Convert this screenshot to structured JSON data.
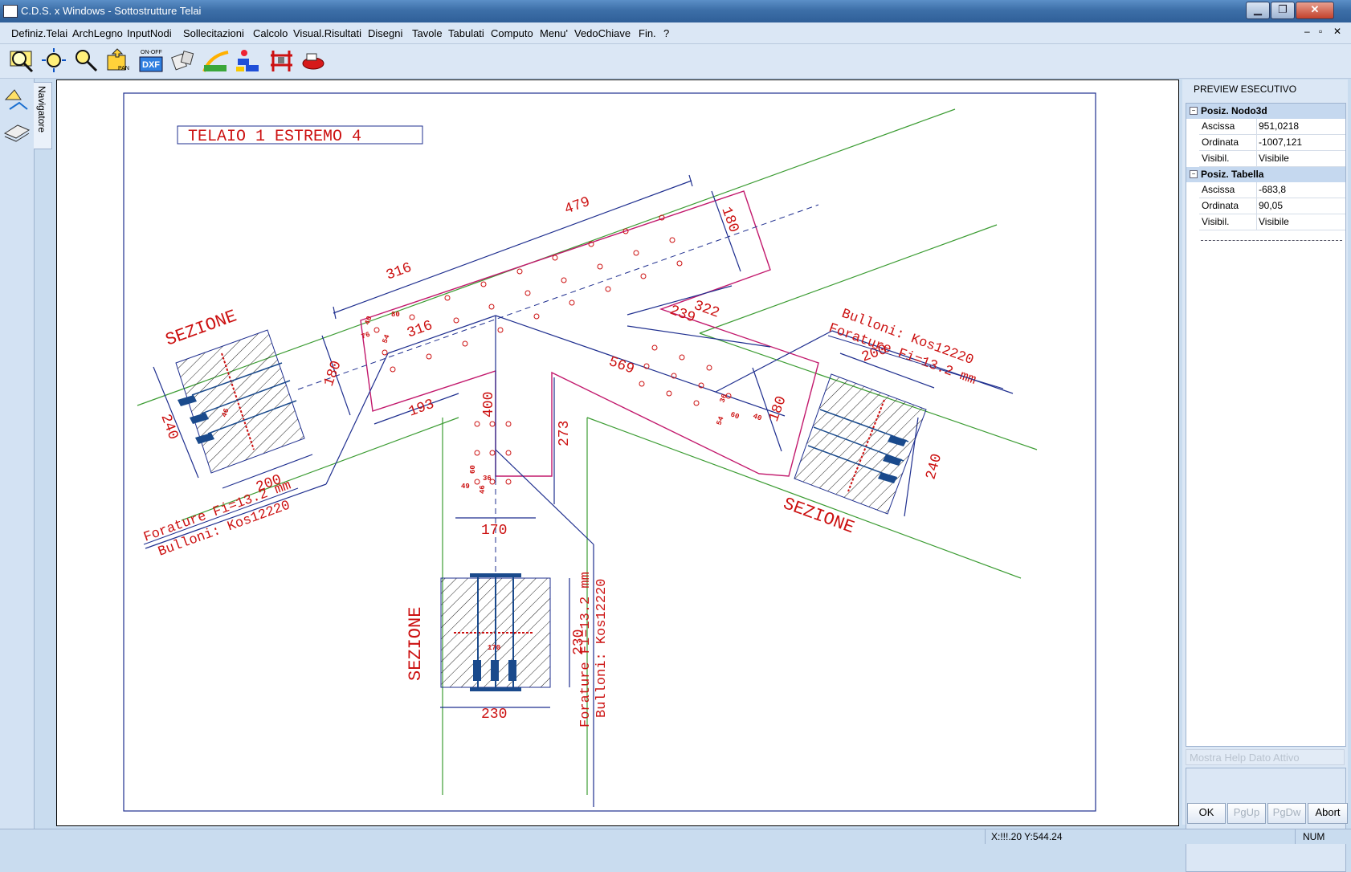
{
  "window": {
    "title": "C.D.S. x Windows - Sottostrutture Telai",
    "minimize": "▁",
    "maximize": "❐",
    "close": "✕"
  },
  "menu": [
    {
      "label": "Definiz.Telai"
    },
    {
      "label": "ArchLegno"
    },
    {
      "label": "InputNodi"
    },
    {
      "label": "Sollecitazioni"
    },
    {
      "label": "Calcolo"
    },
    {
      "label": "Visual.Risultati"
    },
    {
      "label": "Disegni"
    },
    {
      "label": "Tavole"
    },
    {
      "label": "Tabulati"
    },
    {
      "label": "Computo"
    },
    {
      "label": "Menu'"
    },
    {
      "label": "VedoChiave"
    },
    {
      "label": "Fin."
    },
    {
      "label": "?"
    }
  ],
  "mdi_controls": {
    "minimize": "–",
    "restore": "▫",
    "close": "✕"
  },
  "toolbar_icons": [
    "zoom-window-icon",
    "zoom-extents-icon",
    "zoom-icon",
    "pan-icon",
    "dxf-toggle-icon",
    "rotate-view-icon",
    "render-icon",
    "layers-icon",
    "frame-icon",
    "print-preview-icon"
  ],
  "toolbar_text": {
    "pan": "PAN",
    "dxf_on_off": "ON-OFF",
    "dxf": "DXF"
  },
  "navigator": {
    "tab_label": "Navigatore"
  },
  "drawing": {
    "title": "TELAIO 1 ESTREMO 4",
    "section_label": "SEZIONE",
    "drill_text": "Forature Fi=13.2 mm",
    "bolt_text": "Bulloni: Kos12220",
    "dims": {
      "d479": "479",
      "d316a": "316",
      "d316b": "316",
      "d180a": "180",
      "d180b": "180",
      "d180c": "180",
      "d193": "193",
      "d400": "400",
      "d273": "273",
      "d170": "170",
      "d569": "569",
      "d239": "239",
      "d322": "322",
      "d200a": "200",
      "d200b": "200",
      "d240a": "240",
      "d240b": "240",
      "d230a": "230",
      "d230b": "230",
      "s80": "80",
      "s40": "40",
      "s76": "76",
      "s54": "54",
      "s60a": "60",
      "s60b": "60",
      "s36a": "36",
      "s49": "49",
      "s46": "46",
      "s40b": "40",
      "s60c": "60",
      "s54b": "54",
      "s36b": "36",
      "s170": "170",
      "s46b": "46"
    }
  },
  "preview": {
    "title": "PREVIEW ESECUTIVO",
    "groups": [
      {
        "label": "Posiz. Nodo3d",
        "toggle": "−",
        "rows": [
          {
            "key": "Ascissa",
            "value": "951,0218"
          },
          {
            "key": "Ordinata",
            "value": "-1007,121"
          },
          {
            "key": "Visibil.",
            "value": "Visibile"
          }
        ]
      },
      {
        "label": "Posiz. Tabella",
        "toggle": "−",
        "rows": [
          {
            "key": "Ascissa",
            "value": "-683,8"
          },
          {
            "key": "Ordinata",
            "value": "90,05"
          },
          {
            "key": "Visibil.",
            "value": "Visibile"
          }
        ]
      }
    ],
    "help_title": "Mostra Help Dato Attivo",
    "buttons": {
      "ok": "OK",
      "pgup": "PgUp",
      "pgdw": "PgDw",
      "abort": "Abort"
    }
  },
  "status": {
    "coords": "X:!!!.20  Y:544.24",
    "num": "NUM"
  },
  "colors": {
    "red": "#cc1111",
    "blue": "#1f2f8f",
    "green": "#3c9c33",
    "magenta": "#c2186c"
  }
}
